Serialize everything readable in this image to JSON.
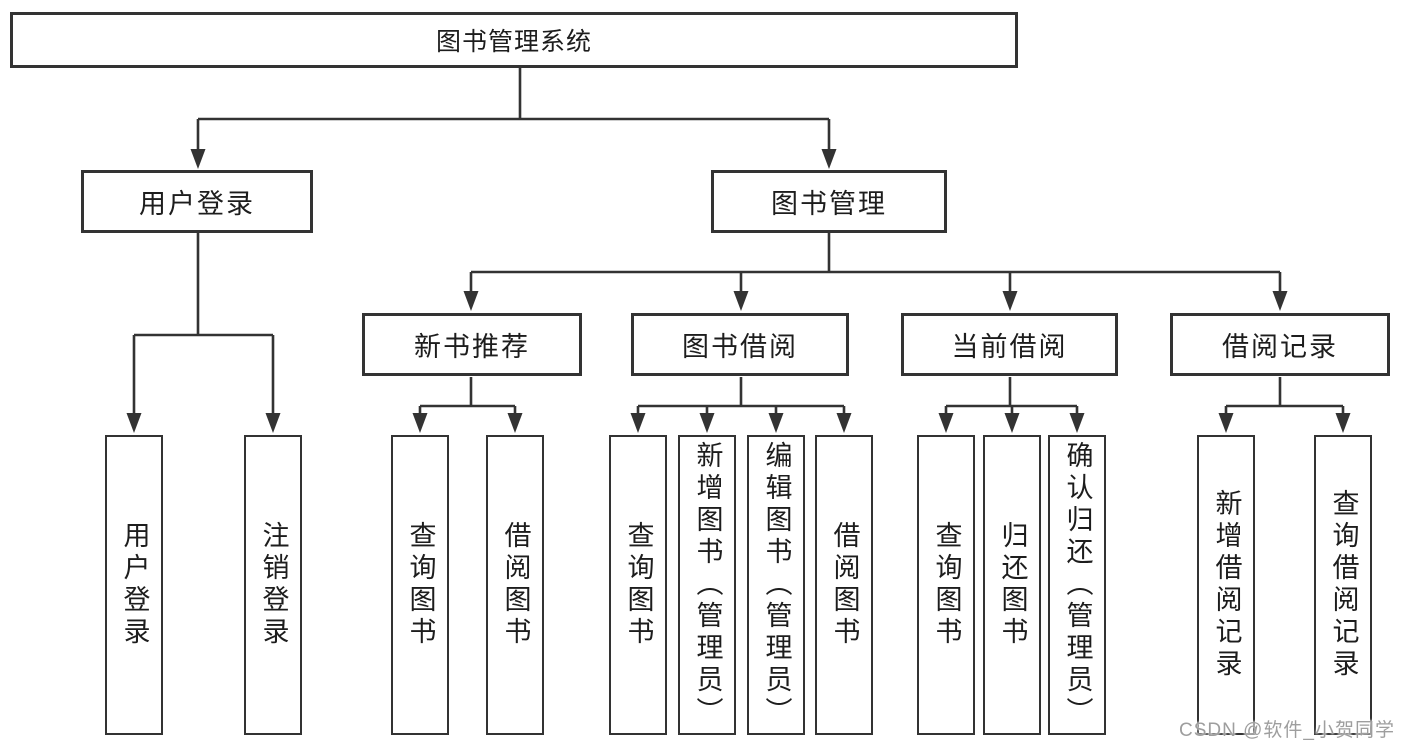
{
  "page": {
    "watermark": "CSDN @软件_小贺同学"
  },
  "colors": {
    "line": "#333333",
    "box_border": "#333333",
    "text": "#1d1d1d",
    "watermark": "#9e9e9e",
    "background": "#ffffff"
  },
  "nodes": {
    "root": {
      "label": "图书管理系统"
    },
    "level2": [
      {
        "id": "user-login",
        "label": "用户登录"
      },
      {
        "id": "book-management",
        "label": "图书管理"
      }
    ],
    "level3": [
      {
        "id": "new-book-recommend",
        "label": "新书推荐"
      },
      {
        "id": "book-borrowing",
        "label": "图书借阅"
      },
      {
        "id": "current-borrowing",
        "label": "当前借阅"
      },
      {
        "id": "borrowing-records",
        "label": "借阅记录"
      }
    ],
    "leaves": [
      {
        "id": "user-login-leaf",
        "label": "用户登录"
      },
      {
        "id": "logout-leaf",
        "label": "注销登录"
      },
      {
        "id": "query-books-recommend",
        "label": "查询图书"
      },
      {
        "id": "borrow-books-recommend",
        "label": "借阅图书"
      },
      {
        "id": "query-books-borrowing",
        "label": "查询图书"
      },
      {
        "id": "add-books-admin",
        "label": "新增图书（管理员）"
      },
      {
        "id": "edit-books-admin",
        "label": "编辑图书（管理员）"
      },
      {
        "id": "borrow-books-borrowing",
        "label": "借阅图书"
      },
      {
        "id": "query-books-current",
        "label": "查询图书"
      },
      {
        "id": "return-books",
        "label": "归还图书"
      },
      {
        "id": "confirm-return-admin",
        "label": "确认归还（管理员）"
      },
      {
        "id": "add-borrow-record",
        "label": "新增借阅记录"
      },
      {
        "id": "query-borrow-record",
        "label": "查询借阅记录"
      }
    ]
  }
}
